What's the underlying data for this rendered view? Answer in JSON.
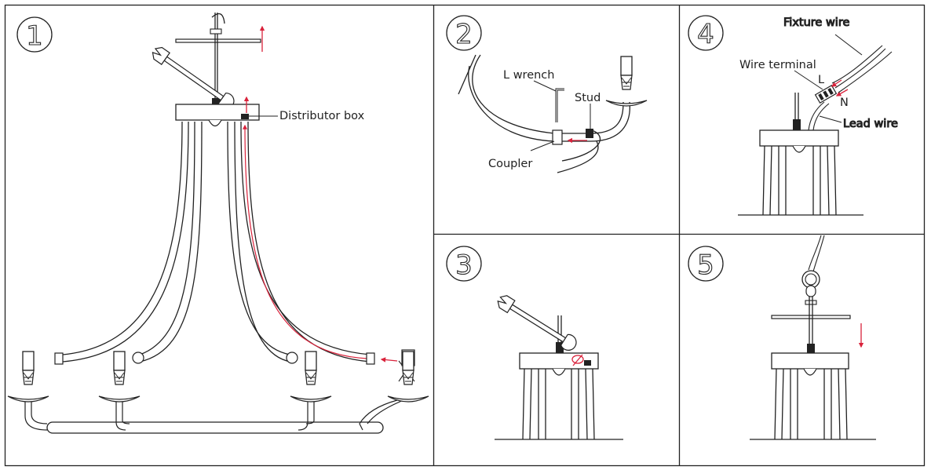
{
  "steps": [
    {
      "number": "1",
      "labels": {
        "distributor_box": "Distributor box"
      }
    },
    {
      "number": "2",
      "labels": {
        "l_wrench": "L wrench",
        "stud": "Stud",
        "coupler": "Coupler"
      }
    },
    {
      "number": "3",
      "labels": {}
    },
    {
      "number": "4",
      "labels": {
        "fixture_wire": "Fixture wire",
        "wire_terminal": "Wire terminal",
        "l": "L",
        "n": "N",
        "lead_wire": "Lead wire"
      }
    },
    {
      "number": "5",
      "labels": {}
    }
  ],
  "colors": {
    "line": "#222222",
    "arrow": "#d9223b",
    "background": "#ffffff"
  },
  "icons": [
    "wrench-icon",
    "l-wrench-icon",
    "wire-terminal-icon",
    "hook-ring-icon",
    "candle-socket-icon",
    "arrow-up-icon",
    "arrow-down-icon",
    "rotate-arrow-icon"
  ]
}
